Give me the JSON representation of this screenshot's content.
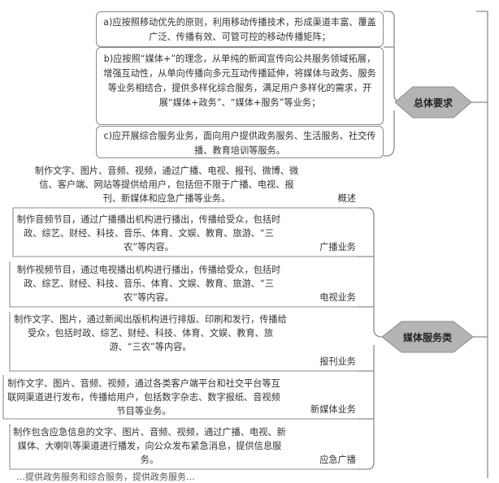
{
  "general": {
    "title": "总体要求",
    "items": [
      {
        "text": "a)应按照移动优先的原则，利用移动传播技术，形成渠道丰富、覆盖广泛、传播有效、可管可控的移动传播矩阵；"
      },
      {
        "text": "b)应按照“媒体+”的理念，从单纯的新闻宣传向公共服务领域拓展，增强互动性，从单向传播向多元互动传播延伸，将媒体与政务、服务等业务相结合，提供多样化综合服务，满足用户多样化的需求，开展“媒体+政务”、“媒体+服务”等业务；"
      },
      {
        "text": "c)应开展综合服务业务，面向用户提供政务服务、生活服务、社交传播、教育培训等服务。"
      }
    ]
  },
  "media": {
    "title": "媒体服务类",
    "items": [
      {
        "label": "概述",
        "text": "制作文字、图片、音频、视频，通过广播、电视、报刊、微博、微信、客户端、网站等提供给用户，包括但不限于广播、电视、报刊、新媒体和应急广播等业务。"
      },
      {
        "label": "广播业务",
        "text": "制作音频节目，通过广播播出机构进行播出，传播给受众，包括时政、综艺、财经、科技、音乐、体育、文娱、教育、旅游、“三农”等内容。"
      },
      {
        "label": "电视业务",
        "text": "制作视频节目，通过电视播出机构进行播出，传播给受众，包括时政、综艺、财经、科技、音乐、体育、文娱、教育、旅游、“三农”等内容。"
      },
      {
        "label": "报刊业务",
        "text": "制作文字、图片，通过新闻出版机构进行排版、印刷和发行，传播给受众，包括时政、综艺、财经、科技、体育、文娱、教育、旅游、“三农”等内容。"
      },
      {
        "label": "新媒体业务",
        "text": "制作文字、图片、音频、视频，通过各类客户端平台和社交平台等互联网渠道进行发布，传播给用户，包括数字杂志、数字报纸、音视频节目等业务。"
      },
      {
        "label": "应急广播",
        "text": "制作包含应急信息的文字、图片、音频、视频，通过广播、电视、新媒体、大喇叭等渠道进行播发，向公众发布紧急消息，提供信息服务。"
      }
    ],
    "partial_text": "…提供政务服务和综合服务，提供政务服务…"
  }
}
